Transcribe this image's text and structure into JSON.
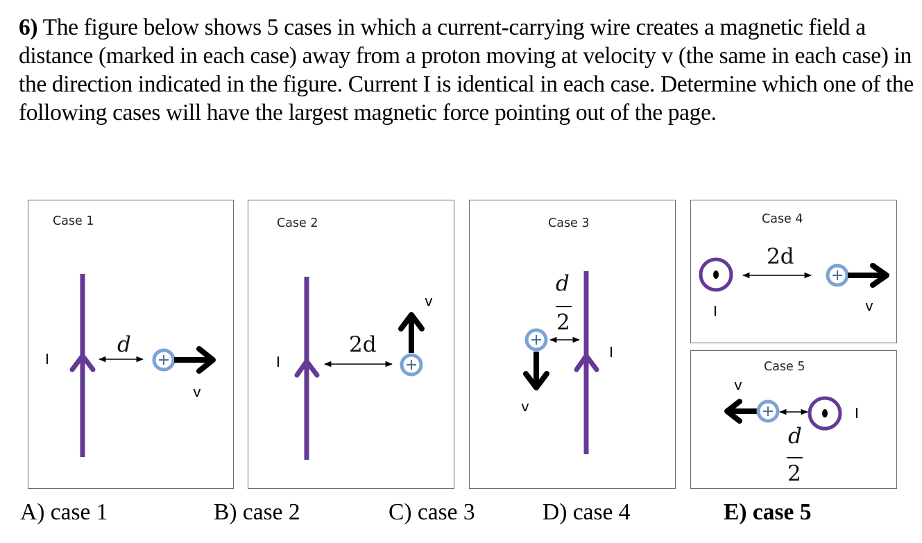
{
  "question": {
    "number": "6)",
    "text": " The figure below shows 5 cases in which a current-carrying wire creates a magnetic field a distance (marked in each case) away from a proton moving at velocity v (the same in each case) in the direction indicated in the figure. Current I is identical in each case. Determine which one of the following cases will have the largest magnetic force pointing out of the page."
  },
  "figure": {
    "colors": {
      "wire": "#653a96",
      "proton_ring": "#7ca3d6",
      "proton_plus": "#4f6f9c",
      "velocity_arrow": "#000000",
      "panel_border": "#6b6b6b"
    },
    "current_symbol": "I",
    "velocity_symbol": "v",
    "proton_symbol": "+",
    "cases": [
      {
        "label": "Case 1",
        "distance": "d",
        "wire": "in-plane, current up",
        "proton_side": "right",
        "velocity": "right"
      },
      {
        "label": "Case 2",
        "distance": "2d",
        "wire": "in-plane, current up",
        "proton_side": "right",
        "velocity": "up"
      },
      {
        "label": "Case 3",
        "distance_num": "d",
        "distance_den": "2",
        "wire": "in-plane, current up",
        "proton_side": "left",
        "velocity": "down"
      },
      {
        "label": "Case 4",
        "distance": "2d",
        "wire": "out of page (dot)",
        "proton_side": "right",
        "velocity": "right"
      },
      {
        "label": "Case 5",
        "distance_num": "d",
        "distance_den": "2",
        "wire": "out of page (dot)",
        "proton_side": "left",
        "velocity": "left"
      }
    ]
  },
  "answers": [
    {
      "letter": "A)",
      "text": "case 1",
      "selected": false
    },
    {
      "letter": "B)",
      "text": "case 2",
      "selected": false
    },
    {
      "letter": "C)",
      "text": "case 3",
      "selected": false
    },
    {
      "letter": "D)",
      "text": "case 4",
      "selected": false
    },
    {
      "letter": "E)",
      "text": "case 5",
      "selected": true
    }
  ]
}
